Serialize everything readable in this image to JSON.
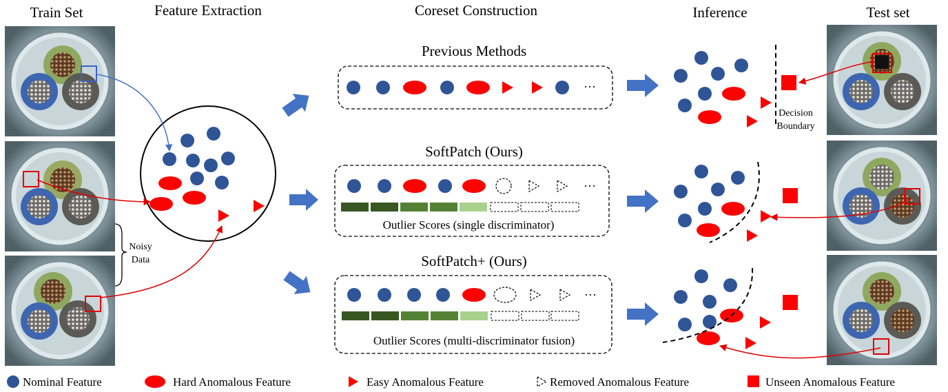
{
  "columns": {
    "train_set": "Train Set",
    "feature_extraction": "Feature Extraction",
    "coreset_construction": "Coreset Construction",
    "inference": "Inference",
    "test_set": "Test set"
  },
  "rows": [
    {
      "title": "Previous Methods",
      "caption": ""
    },
    {
      "title": "SoftPatch (Ours)",
      "caption": "Outlier Scores (single discriminator)"
    },
    {
      "title": "SoftPatch+ (Ours)",
      "caption": "Outlier Scores (multi-discriminator fusion)"
    }
  ],
  "ellipsis": "···",
  "noisy_data": {
    "line1": "Noisy",
    "line2": "Data"
  },
  "decision_boundary": {
    "line1": "Decision",
    "line2": "Boundary"
  },
  "legend": [
    {
      "icon": "nominal-dot-icon",
      "label": "Nominal Feature"
    },
    {
      "icon": "hard-anomaly-ellipse-icon",
      "label": "Hard Anomalous Feature"
    },
    {
      "icon": "easy-anomaly-triangle-icon",
      "label": "Easy Anomalous Feature"
    },
    {
      "icon": "removed-anomaly-triangle-icon",
      "label": "Removed Anomalous Feature"
    },
    {
      "icon": "unseen-anomaly-square-icon",
      "label": "Unseen Anomalous Feature"
    }
  ],
  "colors": {
    "nominal": "#2f5597",
    "anomaly": "#ff0000",
    "arrow": "#4472c4",
    "score_dark": "#385723",
    "score_mid": "#548235",
    "score_light": "#a9d18e"
  }
}
